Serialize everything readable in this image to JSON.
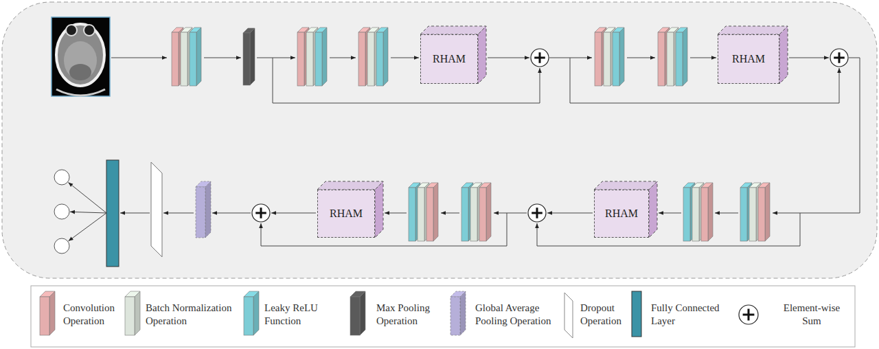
{
  "diagram": {
    "nodes": [
      {
        "text": [
          "RHAM"
        ]
      },
      {
        "text": [
          "RHAM"
        ]
      },
      {
        "text": [
          "RHAM"
        ]
      },
      {
        "text": [
          "RHAM"
        ]
      }
    ],
    "legend": [
      {
        "text": "Convolution Operation",
        "color": "#e5aeae"
      },
      {
        "text": "Batch Normalization Operation",
        "color": "#dde5dc"
      },
      {
        "text": "Leaky ReLU Function",
        "color": "#7dcdd6"
      },
      {
        "text": "Max Pooling Operation",
        "color": "#5a5a5a"
      },
      {
        "text": "Global Average Pooling Operation",
        "color": "#b6afd9"
      },
      {
        "text": "Dropout Operation",
        "color": "#ffffff"
      },
      {
        "text": "Fully Connected Layer",
        "color": "#3b93a6"
      },
      {
        "text": "Element-wise Sum"
      }
    ]
  }
}
